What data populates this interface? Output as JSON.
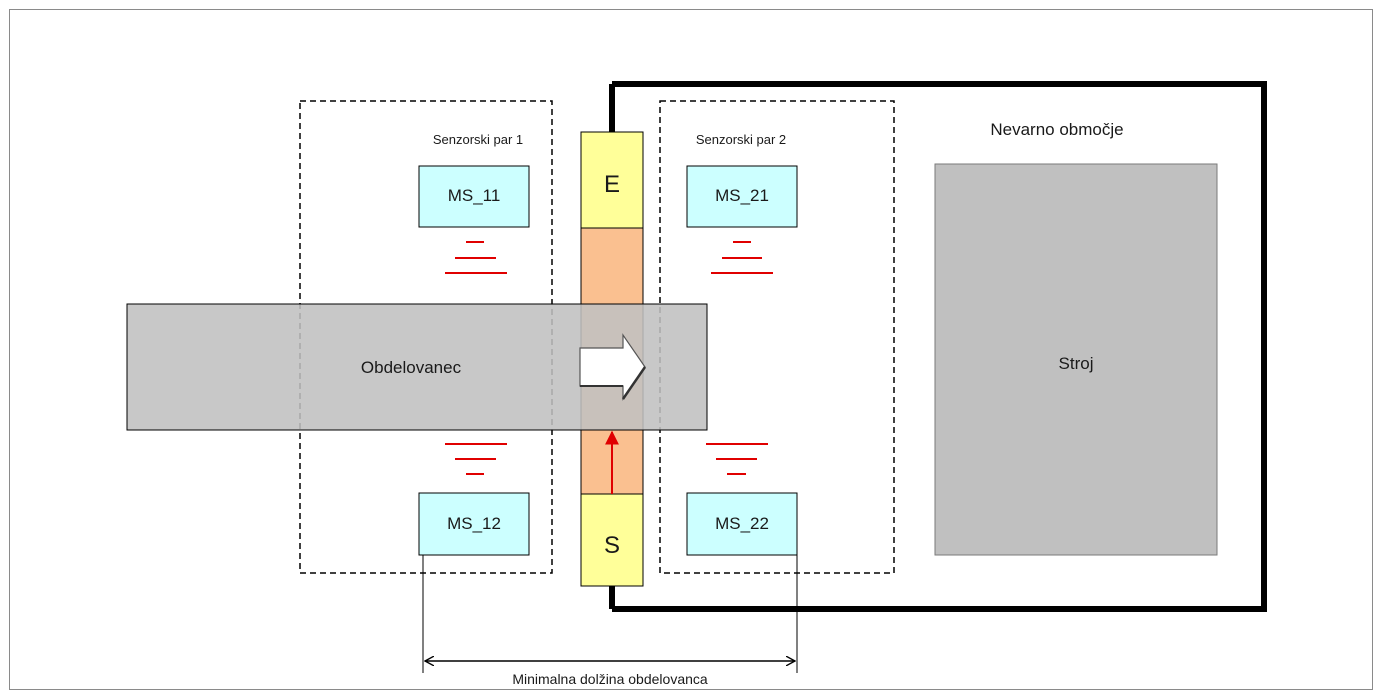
{
  "labels": {
    "pair1": "Senzorski par 1",
    "pair2": "Senzorski par 2",
    "hazard_zone": "Nevarno območje",
    "machine": "Stroj",
    "workpiece": "Obdelovanec",
    "min_length": "Minimalna dolžina obdelovanca"
  },
  "sensors": {
    "ms11": "MS_11",
    "ms12": "MS_12",
    "ms21": "MS_21",
    "ms22": "MS_22"
  },
  "light_curtain": {
    "emitter": "E",
    "sender": "S"
  },
  "colors": {
    "sensor_fill": "#ccffff",
    "curtain_end_fill": "#ffff99",
    "curtain_mid_fill": "#fac090",
    "workpiece_fill": "#c0c0c0",
    "machine_fill": "#c0c0c0",
    "signal_red": "#e00000"
  }
}
